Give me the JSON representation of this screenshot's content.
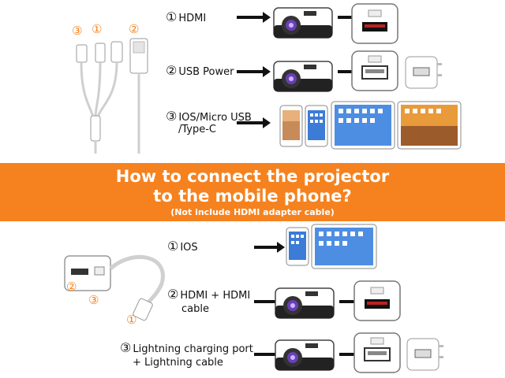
{
  "section_top": {
    "cable_port_markers": [
      "③",
      "①",
      "②"
    ],
    "rows": [
      {
        "num": "①",
        "label": "HDMI"
      },
      {
        "num": "②",
        "label": "USB Power"
      },
      {
        "num": "③",
        "label_lines": [
          "IOS/Micro USB",
          "/Type-C"
        ]
      }
    ]
  },
  "banner": {
    "line1": "How to connect the projector",
    "line2": "to the mobile phone?",
    "line3": "(Not include HDMI adapter cable)"
  },
  "section_bottom": {
    "adapter_markers": [
      "②",
      "③",
      "①"
    ],
    "rows": [
      {
        "num": "①",
        "label": "IOS"
      },
      {
        "num": "②",
        "label_lines": [
          "HDMI + HDMI",
          "cable"
        ]
      },
      {
        "num": "③",
        "label_lines": [
          "Lightning charging port",
          "+ Lightning cable"
        ]
      }
    ]
  },
  "colors": {
    "accent": "#f5821f",
    "text": "#111111",
    "banner_text": "#ffffff"
  },
  "icons": [
    "usb-cable-3in1-icon",
    "projector-icon",
    "hdmi-port-icon",
    "usb-port-icon",
    "usb-power-adapter-icon",
    "smartphone-icon",
    "tablet-icon",
    "lightning-hdmi-adapter-icon",
    "arrow-right-icon"
  ]
}
